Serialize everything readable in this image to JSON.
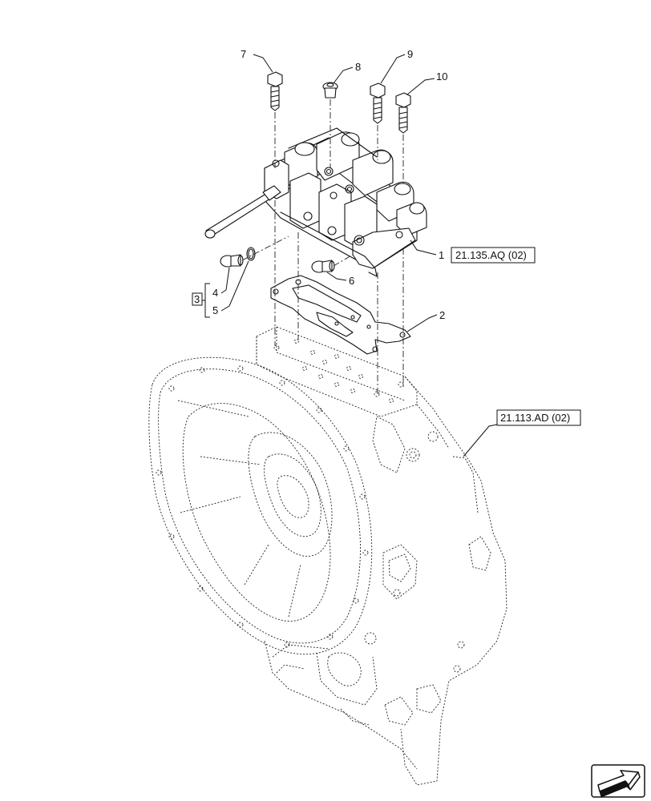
{
  "callouts": {
    "c1": "1",
    "c2": "2",
    "c3": "3",
    "c4": "4",
    "c5": "5",
    "c6": "6",
    "c7": "7",
    "c8": "8",
    "c9": "9",
    "c10": "10"
  },
  "references": {
    "valve_ref": "21.135.AQ (02)",
    "housing_ref": "21.113.AD (02)"
  },
  "nav_icon": "arrow-icon"
}
